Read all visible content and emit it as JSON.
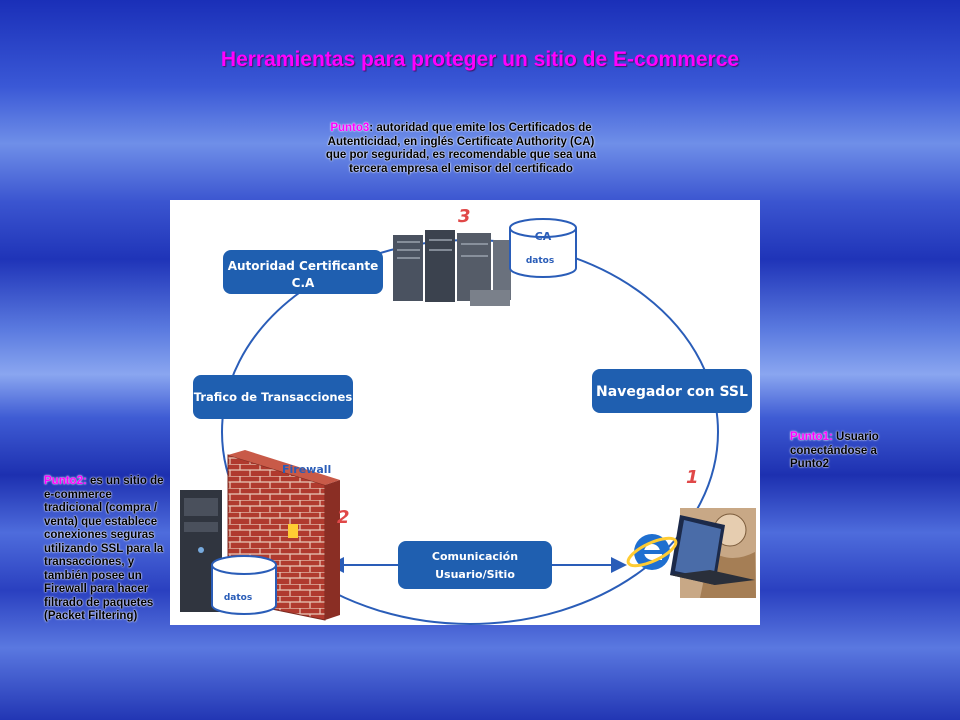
{
  "title": "Herramientas para proteger un sitio de E-commerce",
  "point3": {
    "key": "Punto3",
    "text": ": autoridad que emite los Certificados de Autenticidad, en inglés Certificate Authority (CA) que por seguridad, es recomendable que sea una tercera empresa el emisor del certificado"
  },
  "point1": {
    "key": "Punto1:",
    "text": " Usuario conectándose a Punto2"
  },
  "point2": {
    "key": "Punto2:",
    "text": " es un sitio de e-commerce tradicional (compra / venta) que establece conexiones seguras utilizando SSL para la transacciones, y también posee un Firewall para hacer filtrado de paquetes (Packet Filtering)"
  },
  "diagram": {
    "ca_box_line1": "Autoridad Certificante",
    "ca_box_line2": "C.A",
    "traffic_box": "Trafico de Transacciones",
    "browser_box": "Navegador con SSL",
    "comm_line1": "Comunicación",
    "comm_line2": "Usuario/Sitio",
    "firewall_label": "Firewall",
    "db_ca_label": "CA",
    "db_ca_sub": "datos",
    "db_site_label": "datos",
    "num1": "1",
    "num2": "2",
    "num3": "3"
  },
  "colors": {
    "title": "#ff00ff",
    "box_blue": "#1f5fb0",
    "circle": "#2a5db8",
    "number_red": "#e04848"
  }
}
